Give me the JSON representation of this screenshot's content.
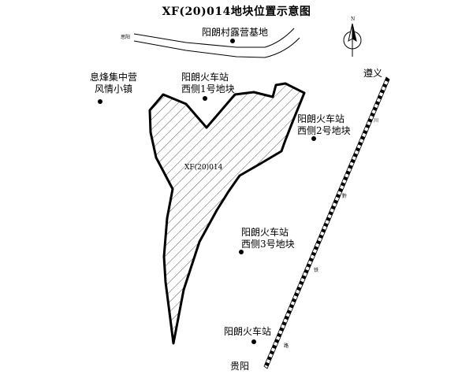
{
  "map": {
    "title": "XF(20)014地块位置示意图",
    "parcel_label": "XF(20)014",
    "north_label": "N",
    "road_label": "思阳",
    "places": [
      {
        "id": "camp",
        "lines": [
          "阳朗村露营基地"
        ]
      },
      {
        "id": "town",
        "lines": [
          "息烽集中营",
          "风情小镇"
        ]
      },
      {
        "id": "west1",
        "lines": [
          "阳朗火车站",
          "西侧1号地块"
        ]
      },
      {
        "id": "west2",
        "lines": [
          "阳朗火车站",
          "西侧2号地块"
        ]
      },
      {
        "id": "west3",
        "lines": [
          "阳朗火车站",
          "西侧3号地块"
        ]
      },
      {
        "id": "station",
        "lines": [
          "阳朗火车站"
        ]
      }
    ],
    "railway": {
      "north_end": "遵义",
      "south_end": "贵阳",
      "name_chars": [
        "川",
        "黔",
        "铁",
        "路"
      ]
    }
  }
}
